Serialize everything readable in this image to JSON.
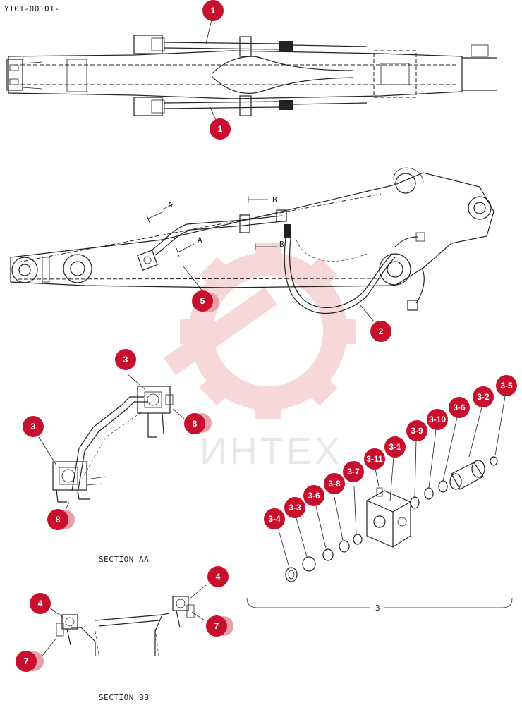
{
  "doc_code": "YT01-00101-",
  "watermark": "ИНТЕХ",
  "section_aa_label": "SECTION AA",
  "section_bb_label": "SECTION BB",
  "section_markers": {
    "a1": "A",
    "a2": "A",
    "b1": "B",
    "b2": "B"
  },
  "assembly_label": "3",
  "callouts": {
    "c1a": "1",
    "c1b": "1",
    "c5": "5",
    "c2": "2",
    "c3a": "3",
    "c8a": "8",
    "c3b": "3",
    "c8b": "8",
    "c4a": "4",
    "c4b": "4",
    "c7a": "7",
    "c7b": "7",
    "c3_5": "3-5",
    "c3_2": "3-2",
    "c3_6a": "3-6",
    "c3_10": "3-10",
    "c3_9": "3-9",
    "c3_1": "3-1",
    "c3_11": "3-11",
    "c3_7": "3-7",
    "c3_8": "3-8",
    "c3_6b": "3-6",
    "c3_3": "3-3",
    "c3_4": "3-4"
  },
  "colors": {
    "callout": "#c8102e",
    "watermark_red": "#f4cccc"
  }
}
